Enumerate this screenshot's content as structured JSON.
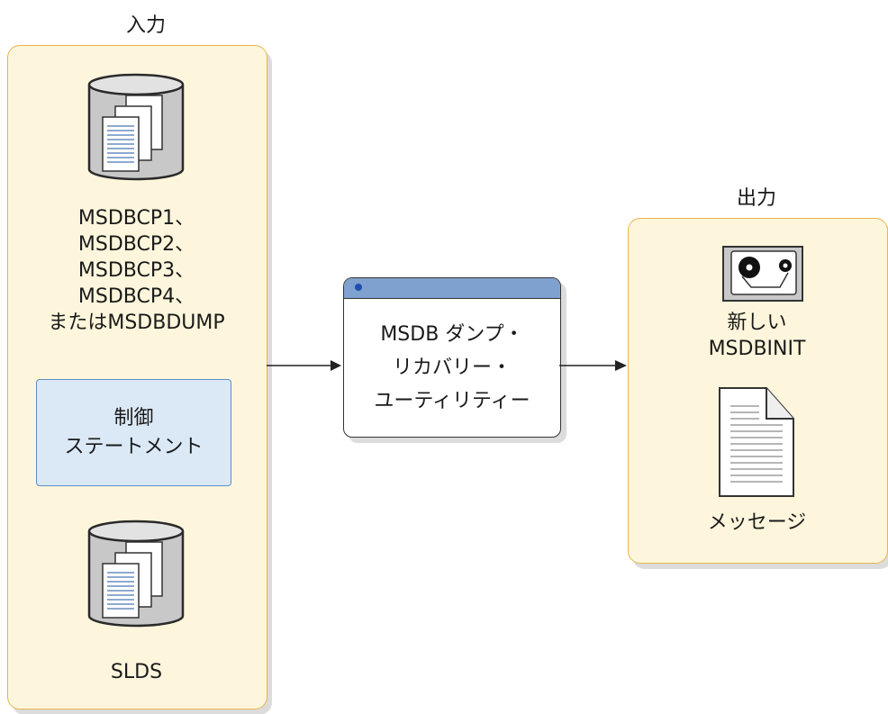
{
  "input": {
    "title": "入力",
    "dataset1_lines": [
      "MSDBCP1、",
      "MSDBCP2、",
      "MSDBCP3、",
      "MSDBCP4、",
      "またはMSDBDUMP"
    ],
    "control_lines": [
      "制御",
      "ステートメント"
    ],
    "dataset2": "SLDS"
  },
  "utility": {
    "lines": [
      "MSDB ダンプ・",
      "リカバリー・",
      "ユーティリティー"
    ]
  },
  "output": {
    "title": "出力",
    "tape_lines": [
      "新しい",
      "MSDBINIT"
    ],
    "report": "メッセージ"
  },
  "colors": {
    "panel_fill": "#fdf6dc",
    "panel_border": "#e8b64c",
    "control_fill": "#dbe8f5",
    "control_border": "#5c8fc6",
    "titlebar": "#7fa1cf"
  },
  "icons": {
    "dataset": "disk-icon",
    "tape": "tape-icon",
    "report": "document-icon"
  }
}
